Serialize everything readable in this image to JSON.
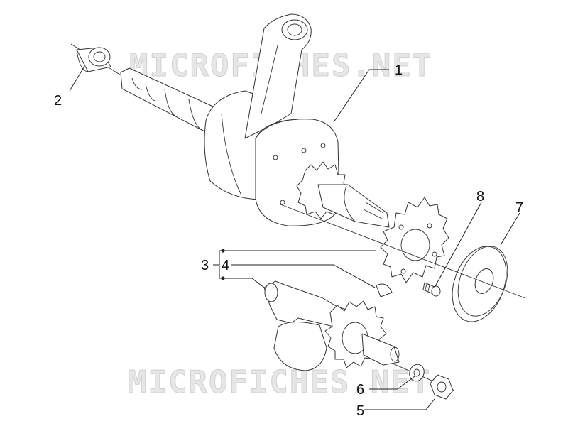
{
  "watermark": {
    "text": "MICROFICHES.NET"
  },
  "callouts": [
    {
      "id": "1",
      "label": "1"
    },
    {
      "id": "2",
      "label": "2"
    },
    {
      "id": "3",
      "label": "3"
    },
    {
      "id": "4",
      "label": "4"
    },
    {
      "id": "5",
      "label": "5"
    },
    {
      "id": "6",
      "label": "6"
    },
    {
      "id": "7",
      "label": "7"
    },
    {
      "id": "8",
      "label": "8"
    }
  ]
}
